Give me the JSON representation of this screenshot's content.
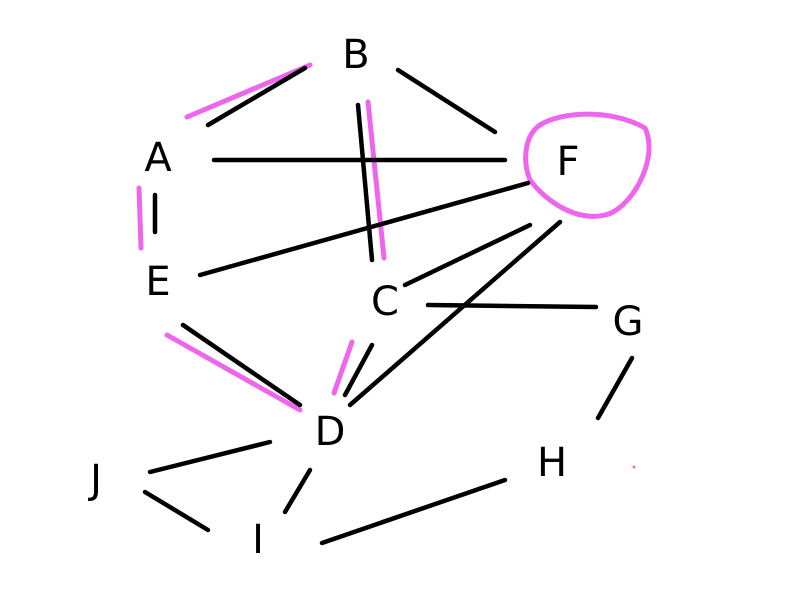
{
  "nodes": [
    {
      "id": "A",
      "label": "A"
    },
    {
      "id": "B",
      "label": "B"
    },
    {
      "id": "C",
      "label": "C"
    },
    {
      "id": "D",
      "label": "D"
    },
    {
      "id": "E",
      "label": "E"
    },
    {
      "id": "F",
      "label": "F"
    },
    {
      "id": "G",
      "label": "G"
    },
    {
      "id": "H",
      "label": "H"
    },
    {
      "id": "I",
      "label": "I"
    },
    {
      "id": "J",
      "label": "J"
    }
  ],
  "edges": [
    {
      "from": "A",
      "to": "B",
      "highlighted": true
    },
    {
      "from": "B",
      "to": "F",
      "highlighted": false
    },
    {
      "from": "B",
      "to": "C",
      "highlighted": true
    },
    {
      "from": "A",
      "to": "F",
      "highlighted": false
    },
    {
      "from": "A",
      "to": "E",
      "highlighted": true
    },
    {
      "from": "E",
      "to": "F",
      "highlighted": false
    },
    {
      "from": "E",
      "to": "D",
      "highlighted": true
    },
    {
      "from": "C",
      "to": "F",
      "highlighted": false
    },
    {
      "from": "C",
      "to": "G",
      "highlighted": false
    },
    {
      "from": "C",
      "to": "D",
      "highlighted": true
    },
    {
      "from": "D",
      "to": "F",
      "highlighted": false
    },
    {
      "from": "G",
      "to": "H",
      "highlighted": false
    },
    {
      "from": "H",
      "to": "I",
      "highlighted": false
    },
    {
      "from": "D",
      "to": "J",
      "highlighted": false
    },
    {
      "from": "D",
      "to": "I",
      "highlighted": false
    },
    {
      "from": "J",
      "to": "I",
      "highlighted": false
    }
  ],
  "highlighted_nodes": [
    "F"
  ],
  "colors": {
    "edge": "#000000",
    "highlight": "#ee66ee",
    "background": "#ffffff"
  }
}
